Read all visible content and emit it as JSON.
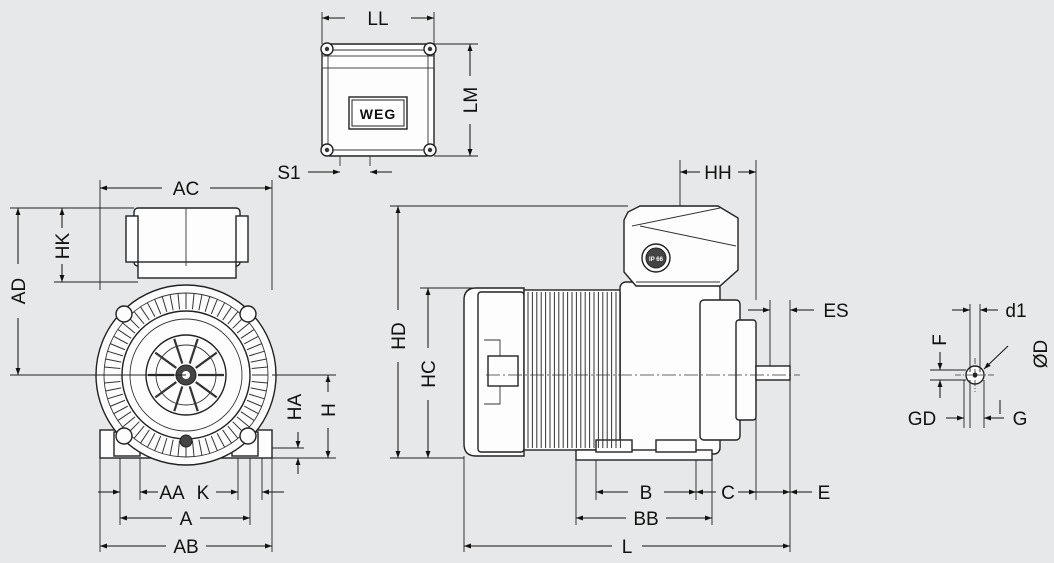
{
  "labels": {
    "LL": "LL",
    "LM": "LM",
    "S1": "S1",
    "AC": "AC",
    "HK": "HK",
    "AD": "AD",
    "HA": "HA",
    "H": "H",
    "AA": "AA",
    "K": "K",
    "A": "A",
    "AB": "AB",
    "HH": "HH",
    "HD": "HD",
    "HC": "HC",
    "ES": "ES",
    "B": "B",
    "C": "C",
    "E": "E",
    "BB": "BB",
    "L": "L",
    "d1": "d1",
    "F": "F",
    "OD": "ØD",
    "GD": "GD",
    "G": "G"
  },
  "logo": "WEG",
  "badge": "IP 66",
  "colors": {
    "background": "#e7e8e9",
    "line": "#111111"
  }
}
